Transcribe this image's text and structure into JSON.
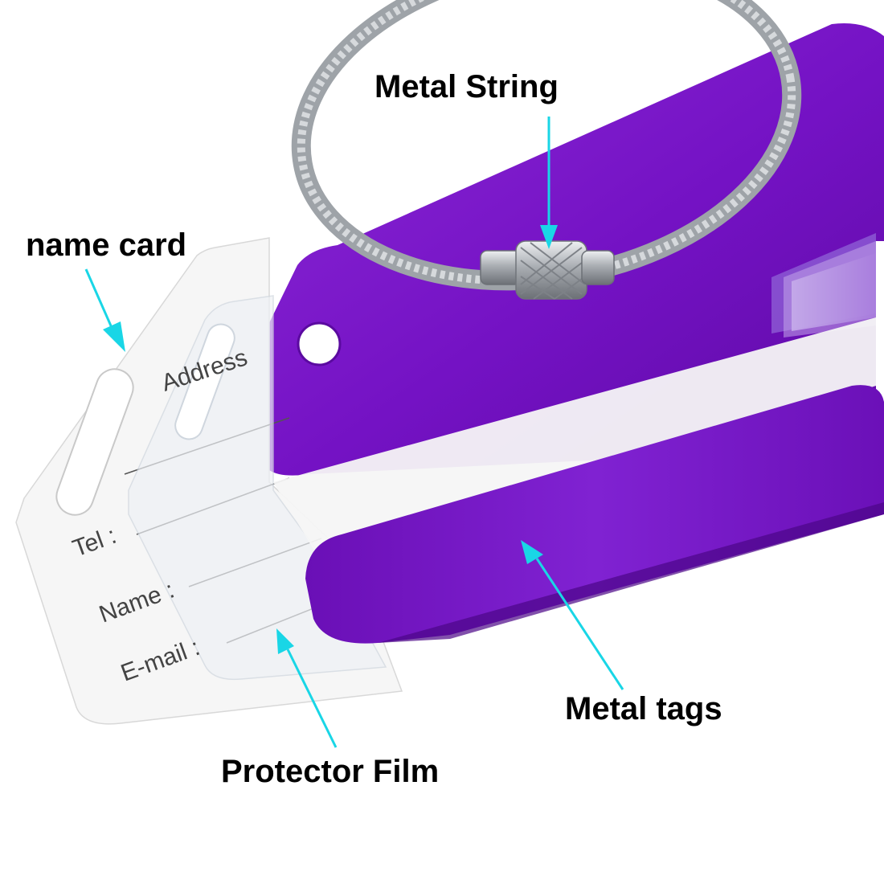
{
  "callouts": {
    "metal_string": "Metal String",
    "name_card": "name card",
    "metal_tags": "Metal tags",
    "protector_film": "Protector Film"
  },
  "card_fields": {
    "address": "Address",
    "tel": "Tel :",
    "name": "Name :",
    "email": "E-mail :"
  },
  "colors": {
    "tag": "#7a14c8",
    "tag_dark": "#5a0a9c",
    "tag_light": "#a35ae0",
    "arrow": "#19d6e6",
    "card": "#f7f7f7",
    "film": "#e9edf3",
    "cable": "#b9bcc0"
  }
}
